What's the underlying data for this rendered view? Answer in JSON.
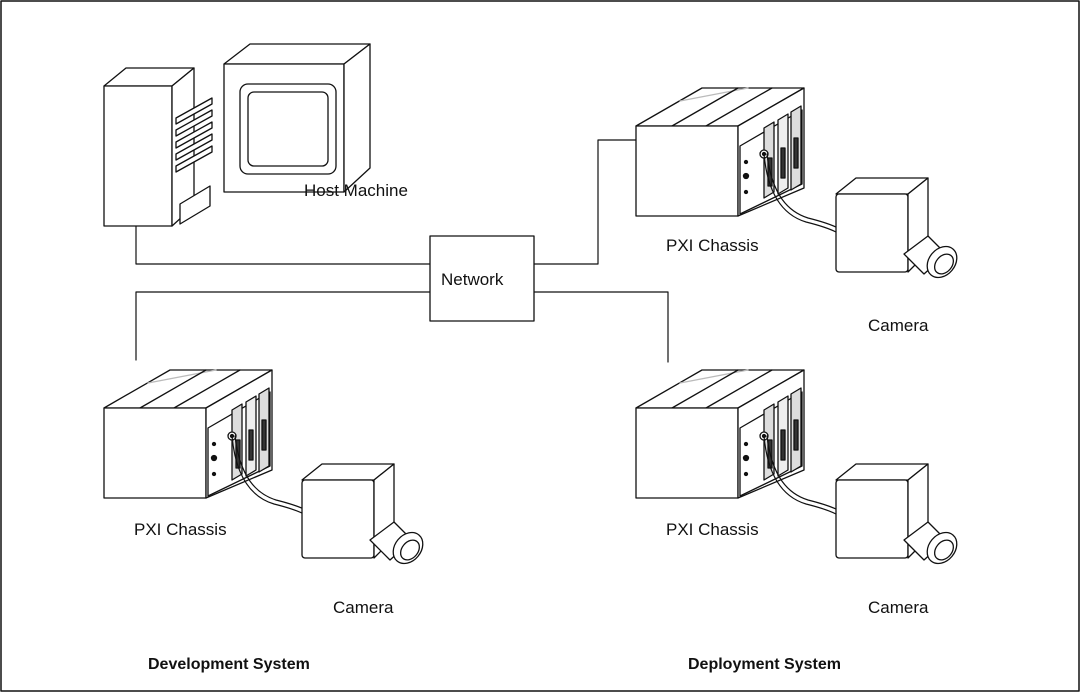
{
  "labels": {
    "host": "Host Machine",
    "network": "Network",
    "pxi_top": "PXI Chassis",
    "camera_top": "Camera",
    "pxi_dev": "PXI Chassis",
    "camera_dev": "Camera",
    "pxi_dep": "PXI Chassis",
    "camera_dep": "Camera",
    "dev_system": "Development System",
    "dep_system": "Deployment System"
  }
}
